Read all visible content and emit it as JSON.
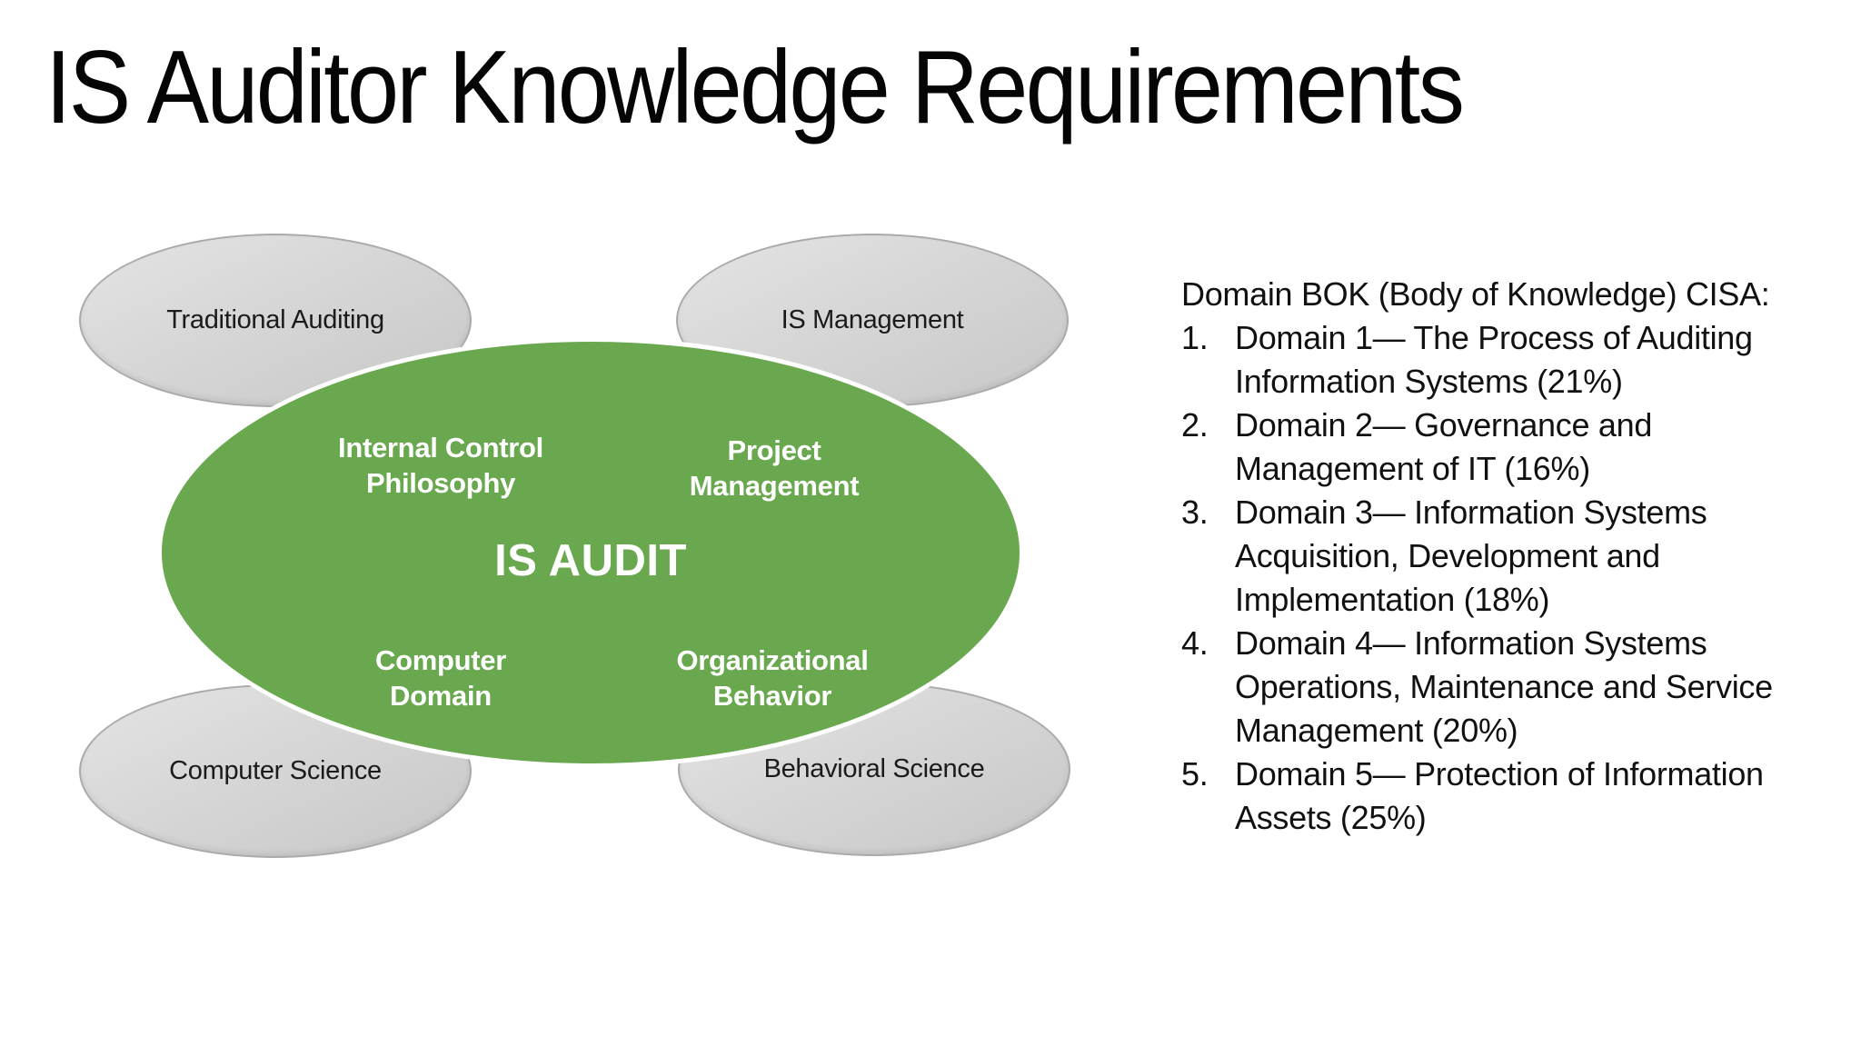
{
  "slide": {
    "title": "IS Auditor Knowledge Requirements"
  },
  "diagram": {
    "center_label": "IS AUDIT",
    "outer_ellipses": [
      {
        "label": "Traditional Auditing"
      },
      {
        "label": "IS Management"
      },
      {
        "label": "Computer Science"
      },
      {
        "label": "Behavioral Science"
      }
    ],
    "inner_labels": [
      {
        "line1": "Internal Control",
        "line2": "Philosophy"
      },
      {
        "line1": "Project",
        "line2": "Management"
      },
      {
        "line1": "Computer",
        "line2": "Domain"
      },
      {
        "line1": "Organizational",
        "line2": "Behavior"
      }
    ],
    "colors": {
      "green_fill": "#6aa84f",
      "green_stroke": "#ffffff",
      "gray_fill_top": "#e4e4e4",
      "gray_fill_bottom": "#c7c7c7",
      "gray_border": "#aaaaaa",
      "inner_text": "#ffffff",
      "outer_text": "#1b1b1b",
      "background": "#ffffff"
    }
  },
  "bok": {
    "heading": "Domain BOK (Body of Knowledge) CISA:",
    "items": [
      {
        "num": "1.",
        "lines": [
          "Domain 1— The Process of Auditing",
          "Information Systems (21%)"
        ]
      },
      {
        "num": "2.",
        "lines": [
          "Domain 2— Governance and",
          "Management of IT (16%)"
        ]
      },
      {
        "num": "3.",
        "lines": [
          "Domain 3— Information Systems",
          "Acquisition, Development and",
          "Implementation (18%)"
        ]
      },
      {
        "num": "4.",
        "lines": [
          "Domain 4— Information Systems",
          "Operations, Maintenance and Service",
          "Management (20%)"
        ]
      },
      {
        "num": "5.",
        "lines": [
          "Domain 5— Protection of Information",
          "Assets (25%)"
        ]
      }
    ]
  }
}
